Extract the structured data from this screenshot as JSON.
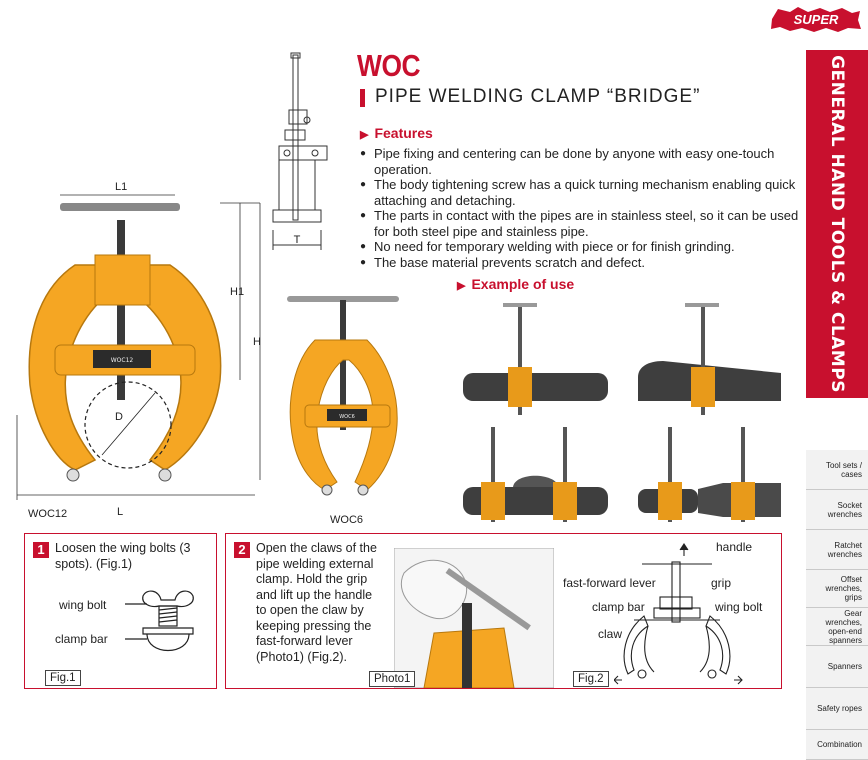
{
  "brand": {
    "logo_text": "SUPER"
  },
  "sidebar": {
    "category": "GENERAL HAND TOOLS & CLAMPS",
    "items": [
      "Tool sets / cases",
      "Socket wrenches",
      "Ratchet wrenches",
      "Offset wrenches, grips",
      "Gear wrenches, open-end spanners",
      "Spanners",
      "Safety ropes",
      "Combination"
    ]
  },
  "product": {
    "code": "WOC",
    "name": "PIPE WELDING CLAMP “BRIDGE”"
  },
  "features": {
    "heading": "Features",
    "items": [
      "Pipe fixing and centering can be done by anyone with easy one-touch operation.",
      "The body tightening screw has a quick turning mechanism enabling quick attaching and detaching.",
      "The parts in contact with the pipes are in stainless steel, so it can be used for both steel pipe and stainless pipe.",
      "No need for temporary welding with piece or for finish grinding.",
      "The base material prevents scratch and defect."
    ]
  },
  "example": {
    "heading": "Example of use"
  },
  "dimensions": {
    "l1": "L1",
    "h1": "H1",
    "h": "H",
    "d": "D",
    "l": "L",
    "t": "T"
  },
  "models": {
    "woc12": "WOC12",
    "woc6": "WOC6",
    "body_label": "WOC12",
    "body_label_small": "WOC6"
  },
  "steps": [
    {
      "num": "1",
      "text": "Loosen the wing bolts (3 spots). (Fig.1)",
      "labels": {
        "wing_bolt": "wing bolt",
        "clamp_bar": "clamp bar"
      },
      "fig": "Fig.1"
    },
    {
      "num": "2",
      "text": "Open the claws of the pipe welding external clamp. Hold the grip and lift up the handle to open the claw by keeping pressing the fast-forward lever (Photo1) (Fig.2).",
      "photo": "Photo1",
      "fig": "Fig.2",
      "labels": {
        "handle": "handle",
        "fast_forward_lever": "fast-forward lever",
        "grip": "grip",
        "clamp_bar": "clamp bar",
        "wing_bolt": "wing bolt",
        "claw": "claw"
      }
    }
  ],
  "colors": {
    "accent": "#c8102e",
    "clamp_orange": "#f5a623",
    "pipe": "#3a3a3a"
  }
}
